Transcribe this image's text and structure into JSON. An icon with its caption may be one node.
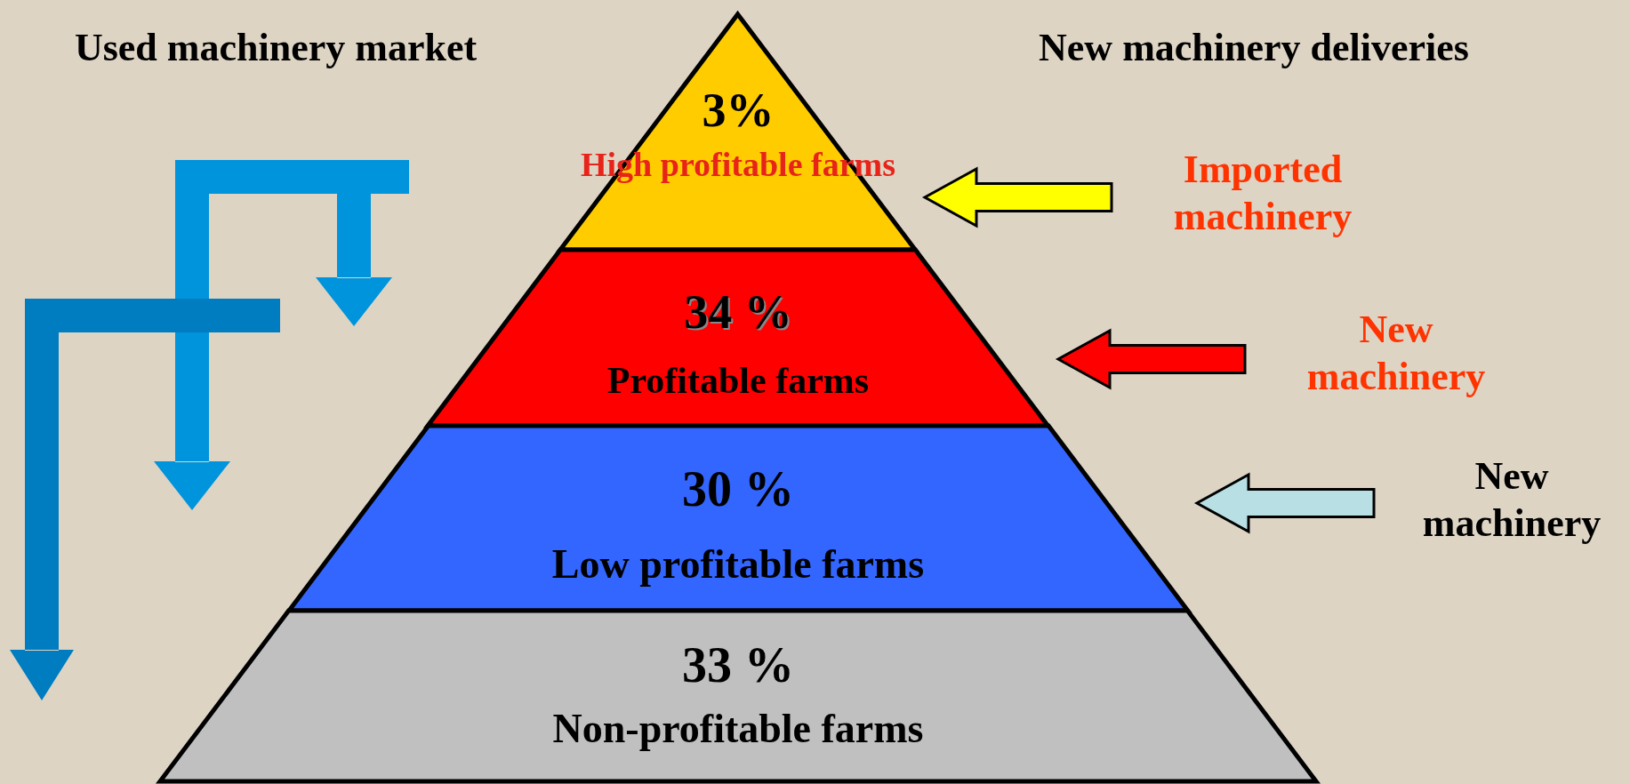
{
  "diagram": {
    "nodes": [
      {
        "text": [
          "3%",
          "High profitable farms"
        ]
      },
      {
        "text": [
          "34 %",
          "Profitable farms"
        ]
      },
      {
        "text": [
          "30 %",
          "Low profitable farms"
        ]
      },
      {
        "text": [
          "33 %",
          "Non-profitable farms"
        ]
      },
      {
        "text": [
          "Imported machinery"
        ]
      },
      {
        "text": [
          "New machinery"
        ]
      },
      {
        "text": [
          "New machinery"
        ]
      }
    ],
    "edges": [
      {
        "from": 4,
        "to": 0,
        "arrow": "to",
        "color": "#ffff00"
      },
      {
        "from": 5,
        "to": 1,
        "arrow": "to",
        "color": "#ff0000"
      },
      {
        "from": 6,
        "to": 2,
        "arrow": "to",
        "color": "#b8e0e4"
      }
    ],
    "labels": [
      "Used machinery market",
      "New machinery deliveries"
    ]
  }
}
